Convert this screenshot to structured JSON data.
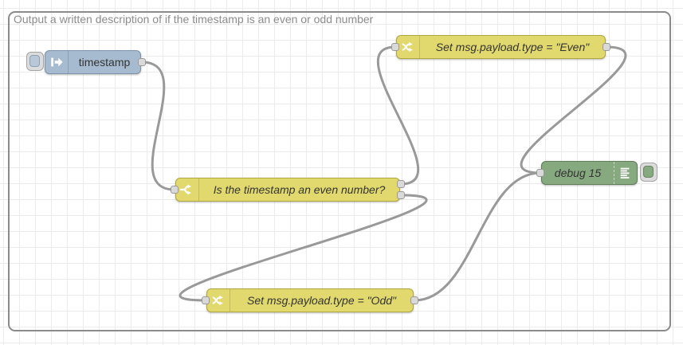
{
  "canvas": {
    "comment": "Output a written description of if the timestamp is an even or odd number"
  },
  "nodes": [
    {
      "id": "inject",
      "type": "inject",
      "label": "timestamp"
    },
    {
      "id": "switch",
      "type": "switch",
      "label": "Is the timestamp an even number?",
      "outputs": 2
    },
    {
      "id": "change_even",
      "type": "change",
      "label": "Set msg.payload.type = \"Even\""
    },
    {
      "id": "change_odd",
      "type": "change",
      "label": "Set msg.payload.type = \"Odd\""
    },
    {
      "id": "debug",
      "type": "debug",
      "label": "debug 15"
    }
  ],
  "wires": [
    {
      "from": "inject",
      "fromPort": 0,
      "to": "switch"
    },
    {
      "from": "switch",
      "fromPort": 0,
      "to": "change_even"
    },
    {
      "from": "switch",
      "fromPort": 1,
      "to": "change_odd"
    },
    {
      "from": "change_even",
      "fromPort": 0,
      "to": "debug"
    },
    {
      "from": "change_odd",
      "fromPort": 0,
      "to": "debug"
    }
  ],
  "colors": {
    "inject_node": "#a6bbcf",
    "inject_border": "#7e93a7",
    "function_node": "#e2d96e",
    "function_border": "#b0a73e",
    "debug_node": "#87a980",
    "debug_border": "#5f7d57",
    "wire": "#999999",
    "port_fill": "#d9d9d9",
    "port_border": "#999999",
    "canvas_border": "#8b8b8b",
    "grid_line": "#ececec",
    "comment_text": "#8c8c8c",
    "label_text": "#333333"
  }
}
